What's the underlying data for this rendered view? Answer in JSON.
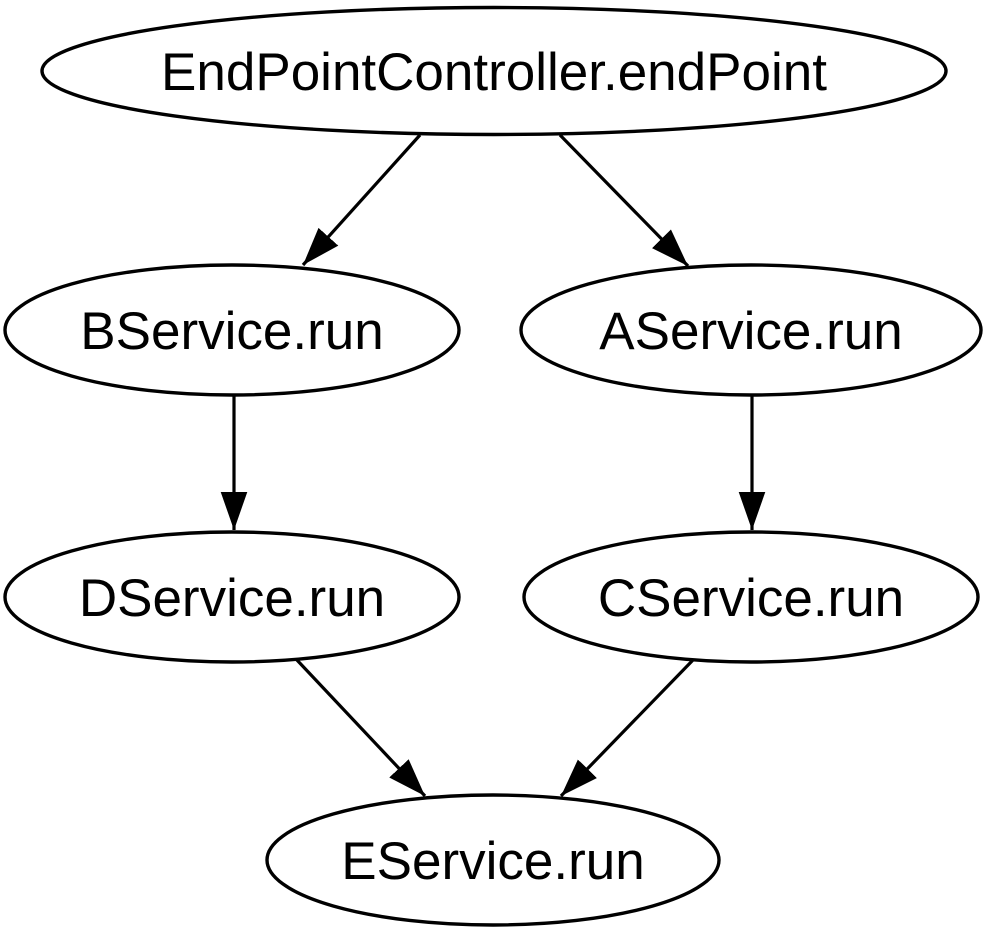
{
  "diagram": {
    "type": "directed-call-graph",
    "background_color": "#ffffff",
    "stroke_color": "#000000",
    "text_color": "#000000",
    "nodes": [
      {
        "id": "endpoint",
        "label": "EndPointController.endPoint"
      },
      {
        "id": "bservice",
        "label": "BService.run"
      },
      {
        "id": "aservice",
        "label": "AService.run"
      },
      {
        "id": "dservice",
        "label": "DService.run"
      },
      {
        "id": "cservice",
        "label": "CService.run"
      },
      {
        "id": "eservice",
        "label": "EService.run"
      }
    ],
    "edges": [
      {
        "from": "EndPointController.endPoint",
        "to": "BService.run"
      },
      {
        "from": "EndPointController.endPoint",
        "to": "AService.run"
      },
      {
        "from": "BService.run",
        "to": "DService.run"
      },
      {
        "from": "AService.run",
        "to": "CService.run"
      },
      {
        "from": "DService.run",
        "to": "EService.run"
      },
      {
        "from": "CService.run",
        "to": "EService.run"
      }
    ]
  }
}
